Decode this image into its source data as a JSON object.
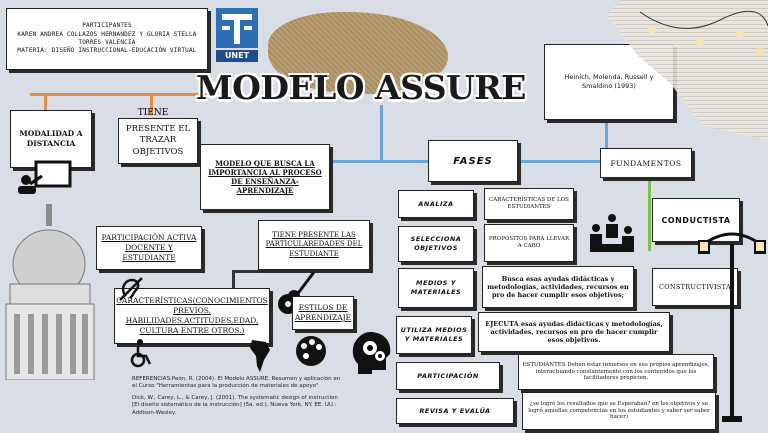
{
  "header": {
    "participants": [
      "PARTICIPANTES",
      "KAREN ANDREA COLLAZOS HERNANDEZ Y GLORIA STELLA",
      "TORRES VALENCIA",
      "MATERIA: DISEÑO INSTRUCCIONAL-EDUCACIÓN VIRTUAL"
    ],
    "logo_text": "UNET",
    "title": "MODELO ASSURE",
    "authors": "Heinich, Molenda, Russell y Smaldino (1993)"
  },
  "left": {
    "modalidad": "MODALIDAD A DISTANCIA",
    "tiene_label": "TIENE",
    "presente_box": "PRESENTE EL TRAZAR OBJETIVOS",
    "modelo_box": "MODELO QUE BUSCA LA IMPORTANCIA AL PROCESO DE ENSEÑANZA-APRENDIZAJE",
    "participacion_box": "PARTICIPACIÓN ACTIVA DOCENTE Y ESTUDIANTE",
    "particularidades_box": "TIENE PRESENTE LAS PARTICULAREDADES DEL ESTUDIANTE",
    "caracteristicas_box": "CARACTERÍSTICAS(CONOCIMIENTOS PREVIOS, HABILIDADES,ACTITUDES,EDAD, CULTURA ENTRE OTROS.)",
    "estilos_box": "ESTILOS DE APRENDIZAJE"
  },
  "references": [
    "REFERENCIAS:Peón, R. (2004). El Modelo ASSURE. Resumen y aplicación en el Curso \"Herramientas para la producción de materiales de apoyo\"",
    "Dick, W., Carey, L., & Carey, J. (2001). The systematic design of instruction [El diseño sistemático de la instrucción] (5a. ed.). Nueva York, NY. EE. UU.: Addison-Wesley."
  ],
  "center": {
    "fases_label": "FASES",
    "fundamentos_label": "FUNDAMENTOS",
    "conductista_label": "CONDUCTISTA",
    "constructivista_label": "CONSTRUCTIVISTA"
  },
  "phases": [
    {
      "name": "ANALIZA",
      "desc": "CARACTERÍSTICAS DE LOS ESTUDIANTES"
    },
    {
      "name": "SELECCIONA OBJETIVOS",
      "desc": "PROPÓSITOS PARA LLEVAR A CABO"
    },
    {
      "name": "MEDIOS Y MATERIALES",
      "desc": "Busca esas ayudas didácticas y metodologías, actividades, recursos en pro de hacer cumplir esos objetivos;"
    },
    {
      "name": "UTILIZA MEDIOS Y MATERIALES",
      "desc": "EJECUTA esas ayudas didácticas y metodologías, actividades, recursos en pro de hacer cumplir esos objetivos."
    },
    {
      "name": "PARTICIPACIÓN",
      "desc": "ESTUDIANTES Deben estar inmersos en sus propios aprendizajes, interactuando constantemente con los contenidos que los facilitadores propicien."
    },
    {
      "name": "REVISA Y EVALÚA",
      "desc": "¿se logró los resultados que se Esperaban? en los objetivos y se logró aquellas competencias en los estudiantes y saber ser saber hacer)"
    }
  ],
  "colors": {
    "background": "#d9dde6",
    "connector_blue": "#6aa7d8",
    "connector_orange": "#e98a3c",
    "connector_green": "#7cc04b",
    "title_black": "#1a1a1a",
    "burlap": "#b89b6e"
  }
}
